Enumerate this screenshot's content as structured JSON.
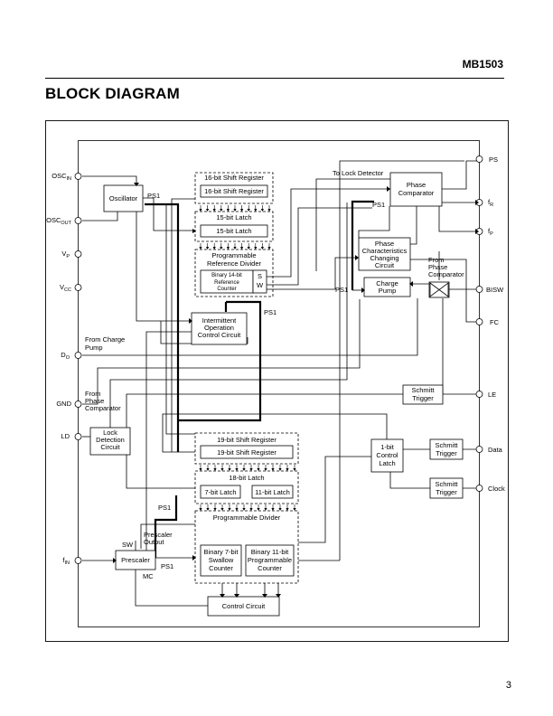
{
  "header": {
    "part_number": "MB1503"
  },
  "title": "BLOCK DIAGRAM",
  "page_number": "3",
  "pins_left": {
    "osc_in": {
      "main": "OSC",
      "sub": "IN"
    },
    "osc_out": {
      "main": "OSC",
      "sub": "OUT"
    },
    "vp": {
      "main": "V",
      "sub": "P"
    },
    "vcc": {
      "main": "V",
      "sub": "CC"
    },
    "do": {
      "main": "D",
      "sub": "O"
    },
    "gnd": {
      "main": "GND",
      "sub": ""
    },
    "ld": {
      "main": "LD",
      "sub": ""
    },
    "fin": {
      "main": "f",
      "sub": "IN"
    }
  },
  "pins_right": {
    "ps": {
      "main": "PS",
      "sub": ""
    },
    "fr": {
      "main": "f",
      "sub": "R"
    },
    "fp": {
      "main": "f",
      "sub": "P"
    },
    "bisw": {
      "main": "BISW",
      "sub": ""
    },
    "fc": {
      "main": "FC",
      "sub": ""
    },
    "le": {
      "main": "LE",
      "sub": ""
    },
    "data": {
      "main": "Data",
      "sub": ""
    },
    "clock": {
      "main": "Clock",
      "sub": ""
    }
  },
  "blocks": {
    "oscillator": "Oscillator",
    "shift16_outer": "16-bit Shift Register",
    "shift16_inner": "16-bit Shift Register",
    "latch15_outer": "15-bit Latch",
    "latch15_inner": "15-bit Latch",
    "prog_ref_line1": "Programmable",
    "prog_ref_line2": "Reference Divider",
    "bin14_line1": "Binary 14-bit",
    "bin14_line2": "Reference",
    "bin14_line3": "Counter",
    "sw_s": "S",
    "sw_w": "W",
    "phase_comp_line1": "Phase",
    "phase_comp_line2": "Comparator",
    "to_lock_detector": "To Lock Detector",
    "pcc_line1": "Phase",
    "pcc_line2": "Characteristics",
    "pcc_line3": "Changing",
    "pcc_line4": "Circuit",
    "from_pc_line1": "From",
    "from_pc_line2": "Phase",
    "from_pc_line3": "Comparator",
    "charge_pump_line1": "Charge",
    "charge_pump_line2": "Pump",
    "ioc_line1": "Intermittent",
    "ioc_line2": "Operation",
    "ioc_line3": "Control Circuit",
    "from_cp_line1": "From Charge",
    "from_cp_line2": "Pump",
    "from_pc2_line1": "From",
    "from_pc2_line2": "Phase",
    "from_pc2_line3": "Comparator",
    "lock_det_line1": "Lock",
    "lock_det_line2": "Detection",
    "lock_det_line3": "Circuit",
    "schmitt_line1": "Schmitt",
    "schmitt_line2": "Trigger",
    "ctrl_latch_line1": "1-bit",
    "ctrl_latch_line2": "Control",
    "ctrl_latch_line3": "Latch",
    "shift19_outer": "19-bit Shift Register",
    "shift19_inner": "19-bit Shift Register",
    "latch18": "18-bit Latch",
    "latch7": "7-bit Latch",
    "latch11": "11-bit Latch",
    "prog_div": "Programmable Divider",
    "bin7_line1": "Binary 7-bit",
    "bin7_line2": "Swallow",
    "bin7_line3": "Counter",
    "bin11_line1": "Binary 11-bit",
    "bin11_line2": "Programmable",
    "bin11_line3": "Counter",
    "prescaler": "Prescaler",
    "prescaler_out_line1": "Prescaler",
    "prescaler_out_line2": "Output",
    "control_circuit": "Control Circuit",
    "ps1": "PS1",
    "sw": "SW",
    "mc": "MC"
  }
}
